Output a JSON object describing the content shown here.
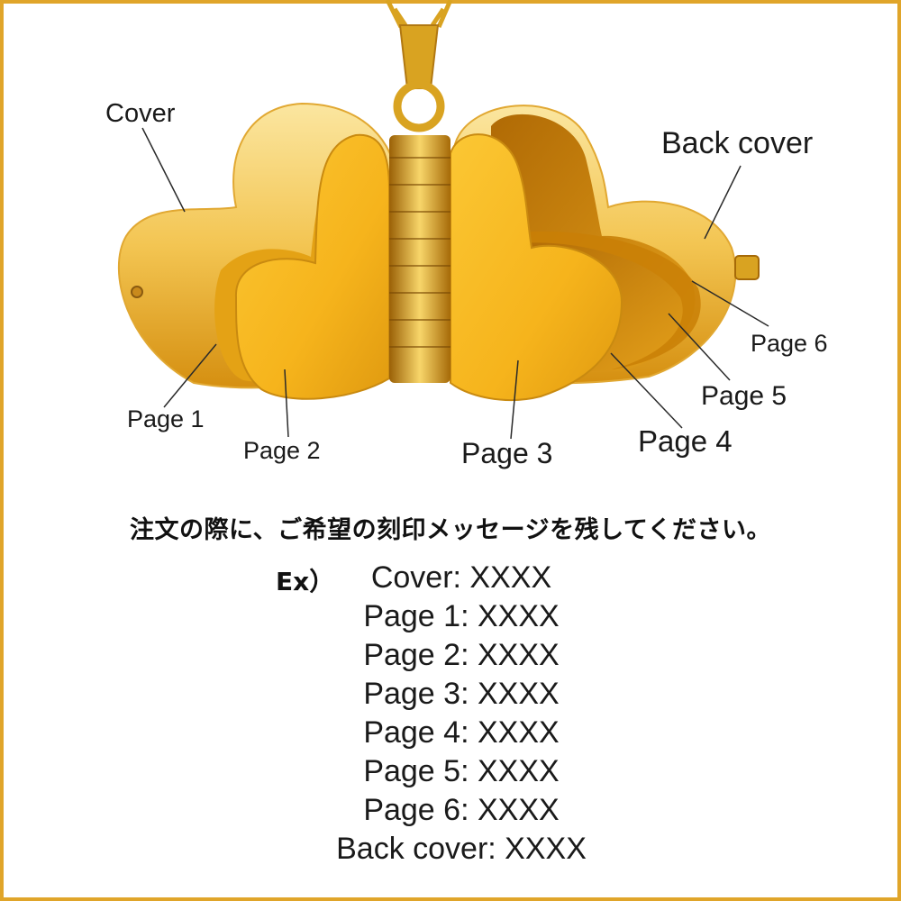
{
  "labels": {
    "cover": "Cover",
    "back_cover": "Back cover",
    "page1": "Page 1",
    "page2": "Page 2",
    "page3": "Page 3",
    "page4": "Page 4",
    "page5": "Page 5",
    "page6": "Page 6"
  },
  "instruction": "注文の際に、ご希望の刻印メッセージを残してください。",
  "example_label": "Ex）",
  "example_lines": [
    "Cover: XXXX",
    "Page 1: XXXX",
    "Page 2: XXXX",
    "Page 3: XXXX",
    "Page 4: XXXX",
    "Page 5: XXXX",
    "Page 6: XXXX",
    "Back cover: XXXX"
  ],
  "colors": {
    "frame": "#e0a52a",
    "gold_light": "#fde48a",
    "gold_mid": "#f6b820",
    "gold_dark": "#c98208"
  }
}
